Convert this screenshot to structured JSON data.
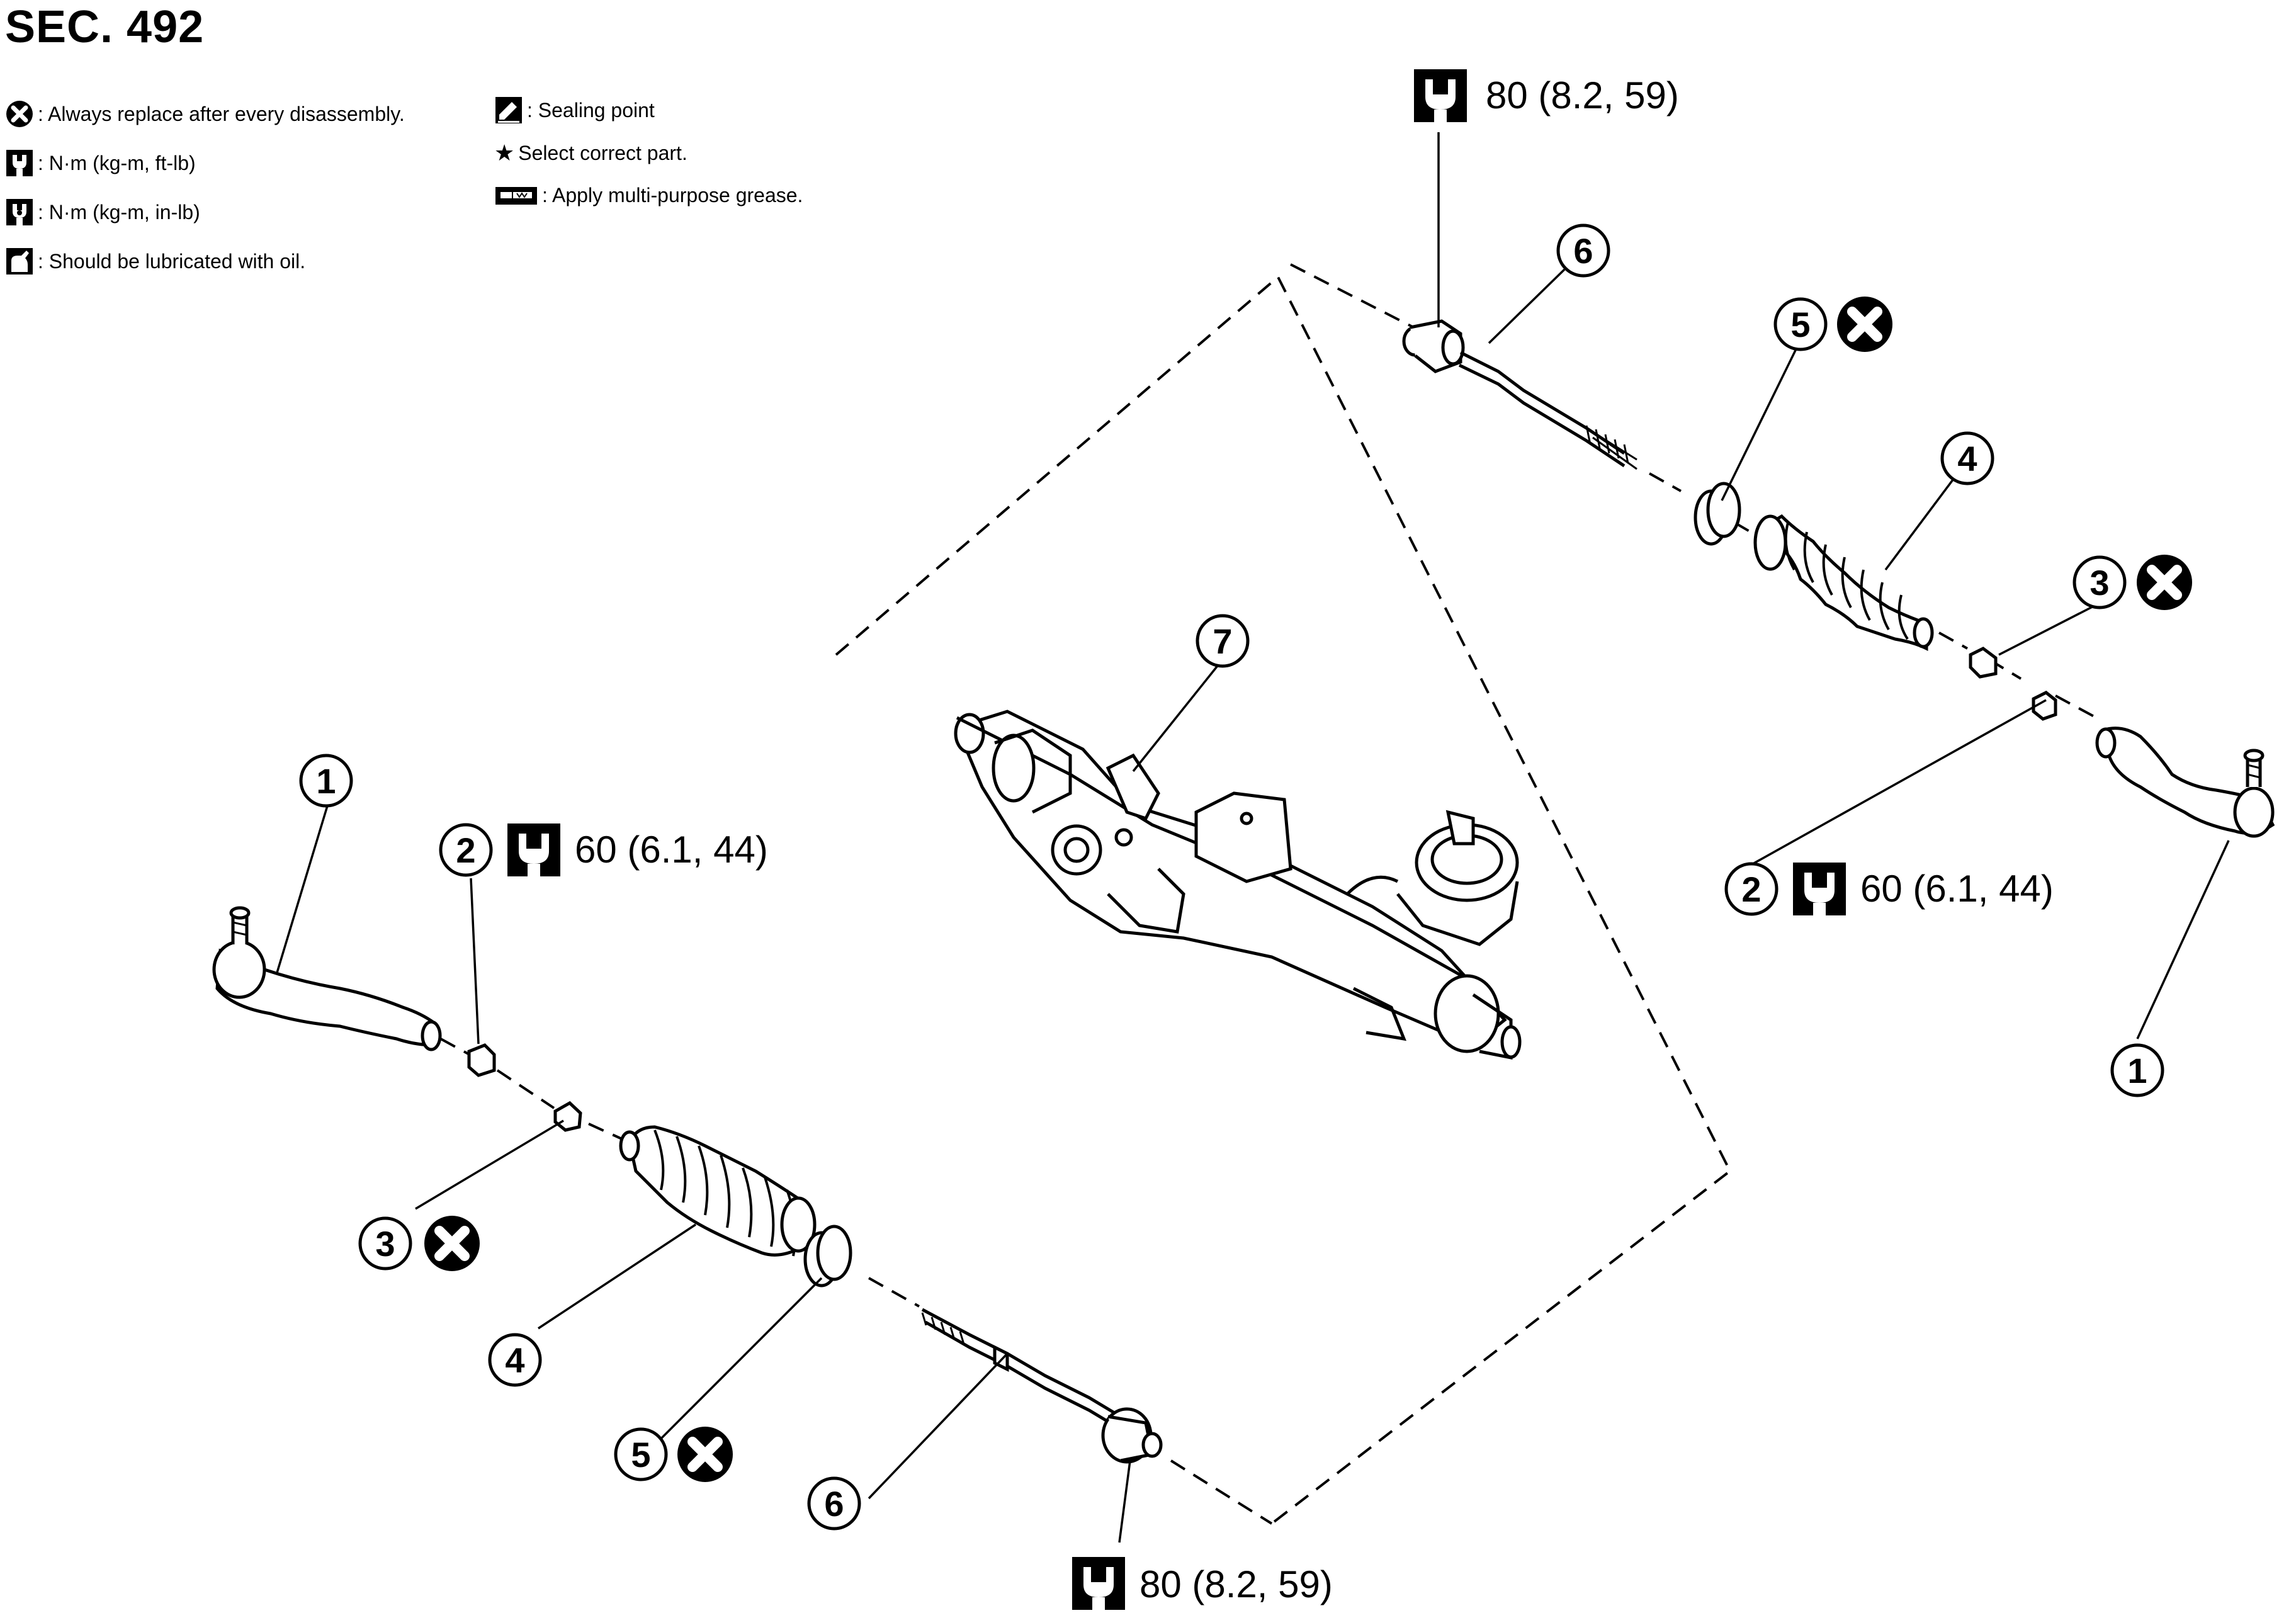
{
  "section_title": "SEC. 492",
  "legend": {
    "left": [
      {
        "icon": "replace-x-icon",
        "text": ": Always replace after every disassembly."
      },
      {
        "icon": "torque-wrench-icon",
        "text": ": N·m (kg-m, ft-lb)"
      },
      {
        "icon": "torque-wrench-filled-icon",
        "text": ": N·m (kg-m, in-lb)"
      },
      {
        "icon": "oil-can-icon",
        "text": ": Should be lubricated with oil."
      }
    ],
    "right": [
      {
        "icon": "sealing-point-icon",
        "text": ": Sealing point"
      },
      {
        "icon": "star-icon",
        "text": "Select correct part."
      },
      {
        "icon": "grease-tube-icon",
        "text": ": Apply multi-purpose grease."
      }
    ]
  },
  "callouts": {
    "c1": "1",
    "c2": "2",
    "c3": "3",
    "c4": "4",
    "c5": "5",
    "c6": "6",
    "c7": "7"
  },
  "torques": {
    "outer_nut": "60 (6.1, 44)",
    "inner_socket": "80 (8.2, 59)"
  },
  "colors": {
    "line": "#000000",
    "background": "#ffffff"
  }
}
